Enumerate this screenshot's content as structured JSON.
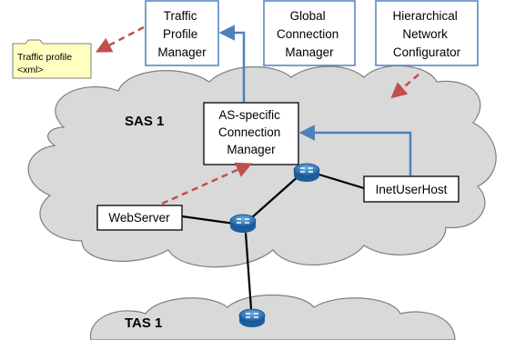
{
  "boxes": {
    "traffic_profile_manager": [
      "Traffic",
      "Profile",
      "Manager"
    ],
    "global_connection_manager": [
      "Global",
      "Connection",
      "Manager"
    ],
    "hierarchical_network_configurator": [
      "Hierarchical",
      "Network",
      "Configurator"
    ],
    "as_specific_connection_manager": [
      "AS-specific",
      "Connection",
      "Manager"
    ],
    "webserver": "WebServer",
    "inet_user_host": "InetUserHost"
  },
  "file_note": [
    "Traffic profile",
    "<xml>"
  ],
  "clouds": {
    "sas": "SAS 1",
    "tas": "TAS 1"
  },
  "colors": {
    "cloud_fill": "#d9d9d9",
    "cloud_stroke": "#7f7f7f",
    "box_border_blue": "#4f81bd",
    "arrow_blue": "#4f81bd",
    "arrow_red_dashed": "#c0504d",
    "router_blue": "#1f6fb5",
    "note_fill": "#ffffc0"
  },
  "icons": [
    "router-icon",
    "xml-file-icon"
  ]
}
